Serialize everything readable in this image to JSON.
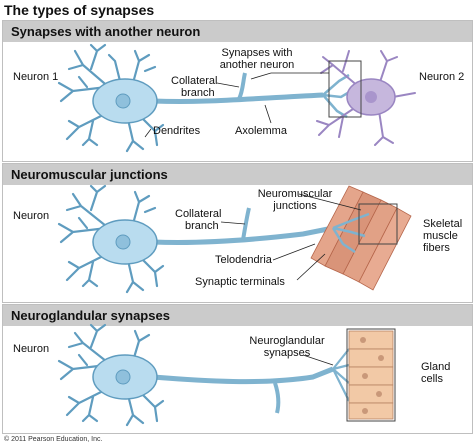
{
  "title": "The types of synapses",
  "copyright": "© 2011 Pearson Education, Inc.",
  "panel1": {
    "title": "Synapses with another neuron",
    "neuron1": "Neuron 1",
    "neuron2": "Neuron 2",
    "collateral1": "Collateral",
    "collateral2": "branch",
    "dendrites": "Dendrites",
    "axolemma": "Axolemma",
    "synapses1": "Synapses with",
    "synapses2": "another neuron"
  },
  "panel2": {
    "title": "Neuromuscular junctions",
    "neuron": "Neuron",
    "collateral1": "Collateral",
    "collateral2": "branch",
    "nmj1": "Neuromuscular",
    "nmj2": "junctions",
    "telodendria": "Telodendria",
    "terminals": "Synaptic terminals",
    "skeletal1": "Skeletal",
    "skeletal2": "muscle",
    "skeletal3": "fibers"
  },
  "panel3": {
    "title": "Neuroglandular synapses",
    "neuron": "Neuron",
    "ng1": "Neuroglandular",
    "ng2": "synapses",
    "gland1": "Gland",
    "gland2": "cells"
  },
  "colors": {
    "neuron_fill": "#b9dcef",
    "neuron_stroke": "#5f9cbf",
    "neuron2_fill": "#c6b7dd",
    "muscle": "#e1a186",
    "gland": "#f2c9a6",
    "header": "#cbcbcb"
  }
}
